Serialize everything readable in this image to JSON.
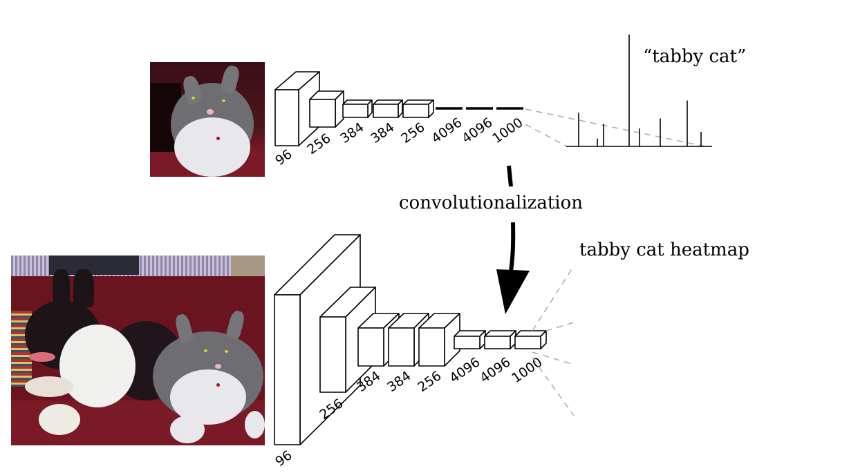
{
  "figure": {
    "top_label": "“tabby cat”",
    "middle_label": "convolutionalization",
    "bottom_label": "tabby cat heatmap",
    "top_network": {
      "layers": [
        "96",
        "256",
        "384",
        "384",
        "256",
        "4096",
        "4096",
        "1000"
      ]
    },
    "bottom_network": {
      "layers": [
        "96",
        "256",
        "384",
        "384",
        "256",
        "4096",
        "4096",
        "1000"
      ]
    },
    "images": {
      "top": "cat photo (tabby cat on red couch)",
      "bottom": "dog and cat photo on red couch"
    },
    "output_histogram": {
      "description": "class score bars",
      "relative_heights": [
        0.3,
        0.07,
        0.2,
        1.0,
        0.16,
        0.25,
        0.41,
        0.13
      ]
    },
    "colors": {
      "ink": "#000000",
      "dashes": "#aaaaaa",
      "couch": "#7a1a26"
    }
  }
}
